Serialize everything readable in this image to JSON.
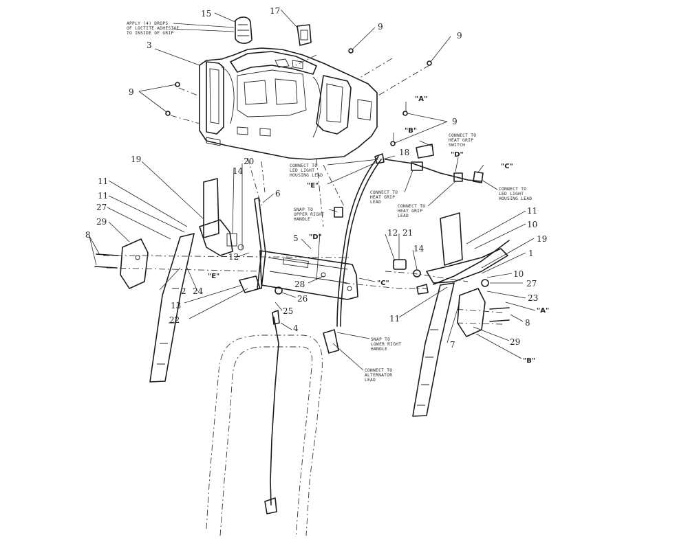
{
  "callouts": {
    "n1": "1",
    "n2": "2",
    "n3": "3",
    "n4": "4",
    "n5": "5",
    "n6": "6",
    "n7": "7",
    "n8a": "8",
    "n8b": "8",
    "n9a": "9",
    "n9b": "9",
    "n9c": "9",
    "n9d": "9",
    "n10a": "10",
    "n10b": "10",
    "n11a": "11",
    "n11b": "11",
    "n11c": "11",
    "n11d": "11",
    "n12a": "12",
    "n12b": "12",
    "n13": "13",
    "n14a": "14",
    "n14b": "14",
    "n15": "15",
    "n17": "17",
    "n18": "18",
    "n19a": "19",
    "n19b": "19",
    "n20": "20",
    "n21": "21",
    "n22": "22",
    "n23": "23",
    "n24": "24",
    "n25": "25",
    "n26": "26",
    "n27a": "27",
    "n27b": "27",
    "n28": "28",
    "n29a": "29",
    "n29b": "29"
  },
  "refs": {
    "A1": "\"A\"",
    "A2": "\"A\"",
    "B1": "\"B\"",
    "B2": "\"B\"",
    "C1": "\"C\"",
    "C2": "\"C\"",
    "D1": "\"D\"",
    "D2": "\"D\"",
    "E1": "\"E\"",
    "E2": "\"E\""
  },
  "notes": {
    "loctite": [
      "APPLY (4) DROPS",
      "OF LOCTITE ADHESIVE",
      "TO INSIDE OF GRIP"
    ],
    "heat_grip_switch": [
      "CONNECT TO",
      "HEAT GRIP",
      "SWITCH"
    ],
    "led_housing_left": [
      "CONNECT TO",
      "LED LIGHT",
      "HOUSING LEAD"
    ],
    "led_housing_right": [
      "CONNECT TO",
      "LED LIGHT",
      "HOUSING LEAD"
    ],
    "heat_grip_lead_1": [
      "CONNECT TO",
      "HEAT GRIP",
      "LEAD"
    ],
    "heat_grip_lead_2": [
      "CONNECT TO",
      "HEAT GRIP",
      "LEAD"
    ],
    "upper_right": [
      "SNAP TO",
      "UPPER RIGHT",
      "HANDLE"
    ],
    "lower_right": [
      "SNAP TO",
      "LOWER RIGHT",
      "HANDLE"
    ],
    "alternator": [
      "CONNECT TO",
      "ALTERNATOR",
      "LEAD"
    ]
  }
}
